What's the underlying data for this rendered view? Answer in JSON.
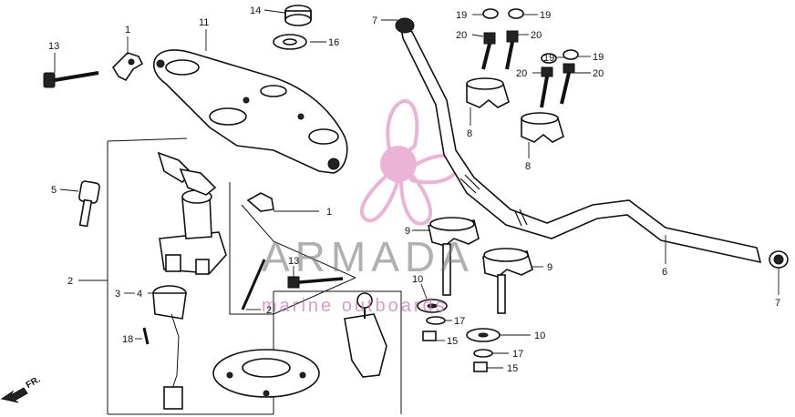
{
  "diagram": {
    "callouts": [
      {
        "id": "c13a",
        "text": "13"
      },
      {
        "id": "c1a",
        "text": "1"
      },
      {
        "id": "c11",
        "text": "11"
      },
      {
        "id": "c14",
        "text": "14"
      },
      {
        "id": "c16",
        "text": "16"
      },
      {
        "id": "c7a",
        "text": "7"
      },
      {
        "id": "c19a",
        "text": "19"
      },
      {
        "id": "c19b",
        "text": "19"
      },
      {
        "id": "c20a",
        "text": "20"
      },
      {
        "id": "c20b",
        "text": "20"
      },
      {
        "id": "c19c",
        "text": "19"
      },
      {
        "id": "c19d",
        "text": "19"
      },
      {
        "id": "c20c",
        "text": "20"
      },
      {
        "id": "c20d",
        "text": "20"
      },
      {
        "id": "c8a",
        "text": "8"
      },
      {
        "id": "c8b",
        "text": "8"
      },
      {
        "id": "c5",
        "text": "5"
      },
      {
        "id": "c1b",
        "text": "1"
      },
      {
        "id": "c9a",
        "text": "9"
      },
      {
        "id": "c9b",
        "text": "9"
      },
      {
        "id": "c6",
        "text": "6"
      },
      {
        "id": "c2a",
        "text": "2"
      },
      {
        "id": "c13b",
        "text": "13"
      },
      {
        "id": "c2b",
        "text": "2"
      },
      {
        "id": "c3",
        "text": "3"
      },
      {
        "id": "c4",
        "text": "4"
      },
      {
        "id": "c10a",
        "text": "10"
      },
      {
        "id": "c17a",
        "text": "17"
      },
      {
        "id": "c15a",
        "text": "15"
      },
      {
        "id": "c10b",
        "text": "10"
      },
      {
        "id": "c17b",
        "text": "17"
      },
      {
        "id": "c15b",
        "text": "15"
      },
      {
        "id": "c18",
        "text": "18"
      },
      {
        "id": "c7b",
        "text": "7"
      }
    ],
    "direction_label": "FR.",
    "watermark": {
      "title": "ARMADA",
      "subtitle": "marine outboards",
      "logo_color": "#e8a6cf"
    }
  }
}
